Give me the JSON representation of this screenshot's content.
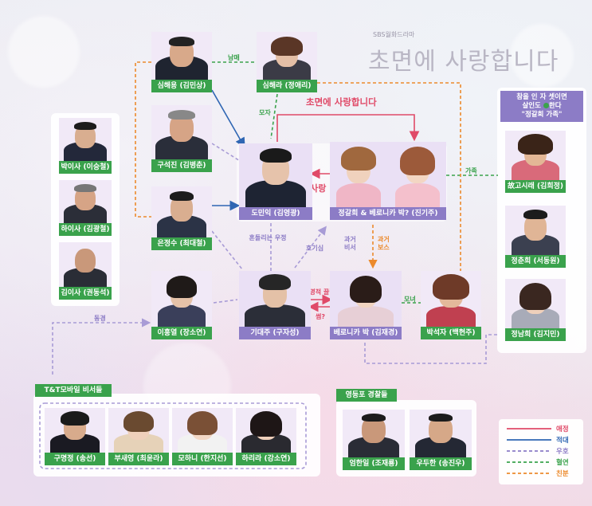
{
  "title": {
    "small": "SBS월화드라마",
    "main": "초면에 사랑합니다"
  },
  "colors": {
    "affection": "#e04a68",
    "rival": "#2f66b3",
    "friendship": "#8c7cc6",
    "blood": "#3aa24c",
    "kin": "#ec8a2c"
  },
  "characters": {
    "sim_haeyong": "심해용 (김민상)",
    "sim_haera": "심해라 (정애리)",
    "goo_seokjin": "구석진 (김병춘)",
    "eun_jungsu": "은정수 (최대철)",
    "do_minik": "도민익 (김영광)",
    "jung_veronica": "정갈희 & 베로니카 박? (진기주)",
    "lee_hongyeol": "이홍열 (장소연)",
    "gi_daeju": "기대주 (구자성)",
    "veronica_park": "베로니카 박 (김재경)",
    "park_seokja": "박석자 (백현주)",
    "lawyer_park": "박이사 (이승철)",
    "lawyer_ha": "하이사 (김광철)",
    "lawyer_kim": "김이사 (권동석)",
    "go_sijeom": "故고시래 (김희정)",
    "jung_chunhui": "정춘희 (서동원)",
    "jung_namhui": "정남희 (김지민)",
    "goo_myungjeong": "구명정 (송선)",
    "bu_saeyeong": "부새영 (최윤라)",
    "mo_hani": "모하니 (한지선)",
    "ha_rira": "하리라 (강소연)",
    "eom_hanil": "엄한일 (조재룡)",
    "wu_duhan": "우두한 (송진우)"
  },
  "sections": {
    "secretaries": "T&T모바일 비서들",
    "police": "영등포 경찰들"
  },
  "family_note": [
    "참을 인 자 셋이면",
    "살인도 ",
    "한다",
    "\"정갈희 가족\""
  ],
  "relations": {
    "siblings": "남매",
    "mother_son": "모자",
    "headline": "초면에 사랑합니다",
    "crush": "짝사랑",
    "family": "가족",
    "confusing": "혼돌리는 우정",
    "curious": "호기심",
    "past_secretary": "과거 비서",
    "past_boss": "과거 보스",
    "mother_daughter": "모녀",
    "fatal_attraction": "치명적 끌림",
    "maybe": "썸?",
    "longing": "동경"
  },
  "legend": [
    {
      "label": "애정",
      "color": "#e04a68",
      "style": "solid"
    },
    {
      "label": "적대",
      "color": "#2f66b3",
      "style": "solid"
    },
    {
      "label": "우호",
      "color": "#8c7cc6",
      "style": "dashed"
    },
    {
      "label": "혈연",
      "color": "#3aa24c",
      "style": "dashed"
    },
    {
      "label": "친분",
      "color": "#ec8a2c",
      "style": "dashed"
    }
  ]
}
